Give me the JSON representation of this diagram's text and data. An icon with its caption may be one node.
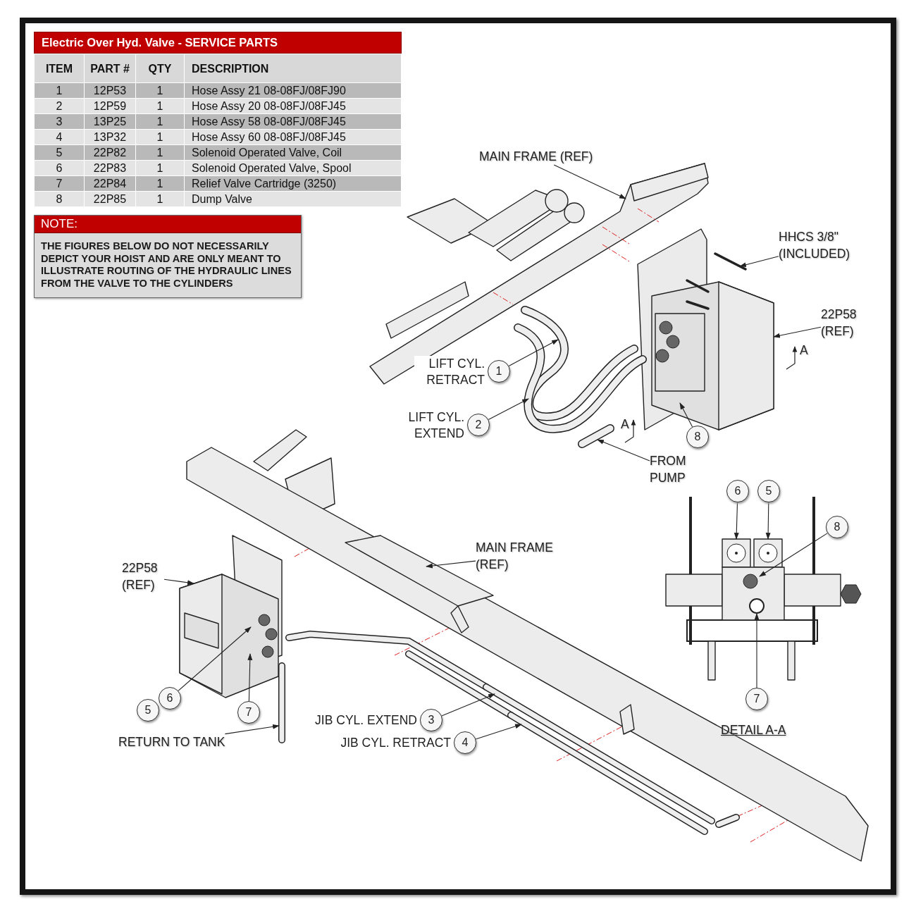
{
  "diagram": {
    "title": "Electric Over Hyd. Valve - SERVICE PARTS",
    "nodes": [
      {
        "text": [
          "NOTE:",
          "THE FIGURES BELOW DO NOT NECESSARILY DEPICT YOUR HOIST AND ARE ONLY MEANT TO ILLUSTRATE ROUTING OF THE HYDRAULIC LINES FROM THE VALVE TO THE CYLINDERS"
        ]
      },
      {
        "text": [
          "MAIN FRAME (REF)"
        ]
      },
      {
        "text": [
          "HHCS 3/8\" (INCLUDED)"
        ]
      },
      {
        "text": [
          "22P58 (REF)"
        ]
      },
      {
        "text": [
          "1"
        ],
        "beside": [
          "LIFT CYL. RETRACT"
        ]
      },
      {
        "text": [
          "2"
        ],
        "beside": [
          "LIFT CYL. EXTEND"
        ]
      },
      {
        "text": [
          "8"
        ]
      },
      {
        "text": [
          "FROM PUMP"
        ]
      },
      {
        "text": [
          "6"
        ]
      },
      {
        "text": [
          "5"
        ]
      },
      {
        "text": [
          "8"
        ]
      },
      {
        "text": [
          "MAIN FRAME (REF)"
        ]
      },
      {
        "text": [
          "22P58 (REF)"
        ]
      },
      {
        "text": [
          "5"
        ]
      },
      {
        "text": [
          "6"
        ]
      },
      {
        "text": [
          "7"
        ]
      },
      {
        "text": [
          "RETURN TO TANK"
        ]
      },
      {
        "text": [
          "3"
        ],
        "beside": [
          "JIB CYL. EXTEND"
        ]
      },
      {
        "text": [
          "4"
        ],
        "beside": [
          "JIB CYL. RETRACT"
        ]
      },
      {
        "text": [
          "7"
        ]
      },
      {
        "text": [],
        "shape": "beam"
      },
      {
        "text": [],
        "shape": "bolt"
      },
      {
        "text": [],
        "shape": "box"
      },
      {
        "text": [],
        "shape": "hose"
      },
      {
        "text": [],
        "shape": "hose"
      },
      {
        "text": [],
        "shape": "hose"
      },
      {
        "text": [],
        "shape": "coil"
      },
      {
        "text": [],
        "shape": "coil"
      },
      {
        "text": [],
        "shape": "box"
      },
      {
        "text": [],
        "shape": "beam"
      },
      {
        "text": [],
        "shape": "box"
      },
      {
        "text": [],
        "shape": "hose"
      },
      {
        "text": [],
        "shape": "hose"
      },
      {
        "text": [],
        "shape": "hose"
      }
    ],
    "edges": [
      {
        "from": 1,
        "to": 20,
        "arrow": "to"
      },
      {
        "from": 2,
        "to": 21,
        "arrow": "to"
      },
      {
        "from": 3,
        "to": 22,
        "arrow": "to"
      },
      {
        "from": 4,
        "to": 23,
        "arrow": "to"
      },
      {
        "from": 5,
        "to": 24,
        "arrow": "to"
      },
      {
        "from": 6,
        "to": 22,
        "arrow": "to"
      },
      {
        "from": 7,
        "to": 25,
        "arrow": "to"
      },
      {
        "from": 8,
        "to": 26,
        "arrow": "to"
      },
      {
        "from": 9,
        "to": 27,
        "arrow": "to"
      },
      {
        "from": 10,
        "to": 28,
        "arrow": "to"
      },
      {
        "from": 11,
        "to": 29,
        "arrow": "to"
      },
      {
        "from": 12,
        "to": 30,
        "arrow": "to"
      },
      {
        "from": 14,
        "to": 30,
        "arrow": "to"
      },
      {
        "from": 15,
        "to": 30,
        "arrow": "to"
      },
      {
        "from": 16,
        "to": 31,
        "arrow": "to"
      },
      {
        "from": 17,
        "to": 32,
        "arrow": "to"
      },
      {
        "from": 18,
        "to": 33,
        "arrow": "to"
      },
      {
        "from": 19,
        "to": 28,
        "arrow": "to"
      }
    ],
    "labels": [
      "ITEM",
      "PART #",
      "QTY",
      "DESCRIPTION",
      "1",
      "12P53",
      "1",
      "Hose Assy 21 08-08FJ/08FJ90",
      "2",
      "12P59",
      "1",
      "Hose Assy 20 08-08FJ/08FJ45",
      "3",
      "13P25",
      "1",
      "Hose Assy 58 08-08FJ/08FJ45",
      "4",
      "13P32",
      "1",
      "Hose Assy 60 08-08FJ/08FJ45",
      "5",
      "22P82",
      "1",
      "Solenoid Operated Valve, Coil",
      "6",
      "22P83",
      "1",
      "Solenoid Operated Valve, Spool",
      "7",
      "22P84",
      "1",
      "Relief Valve Cartridge (3250)",
      "8",
      "22P85",
      "1",
      "Dump Valve",
      "A",
      "A",
      "DETAIL A-A"
    ]
  }
}
